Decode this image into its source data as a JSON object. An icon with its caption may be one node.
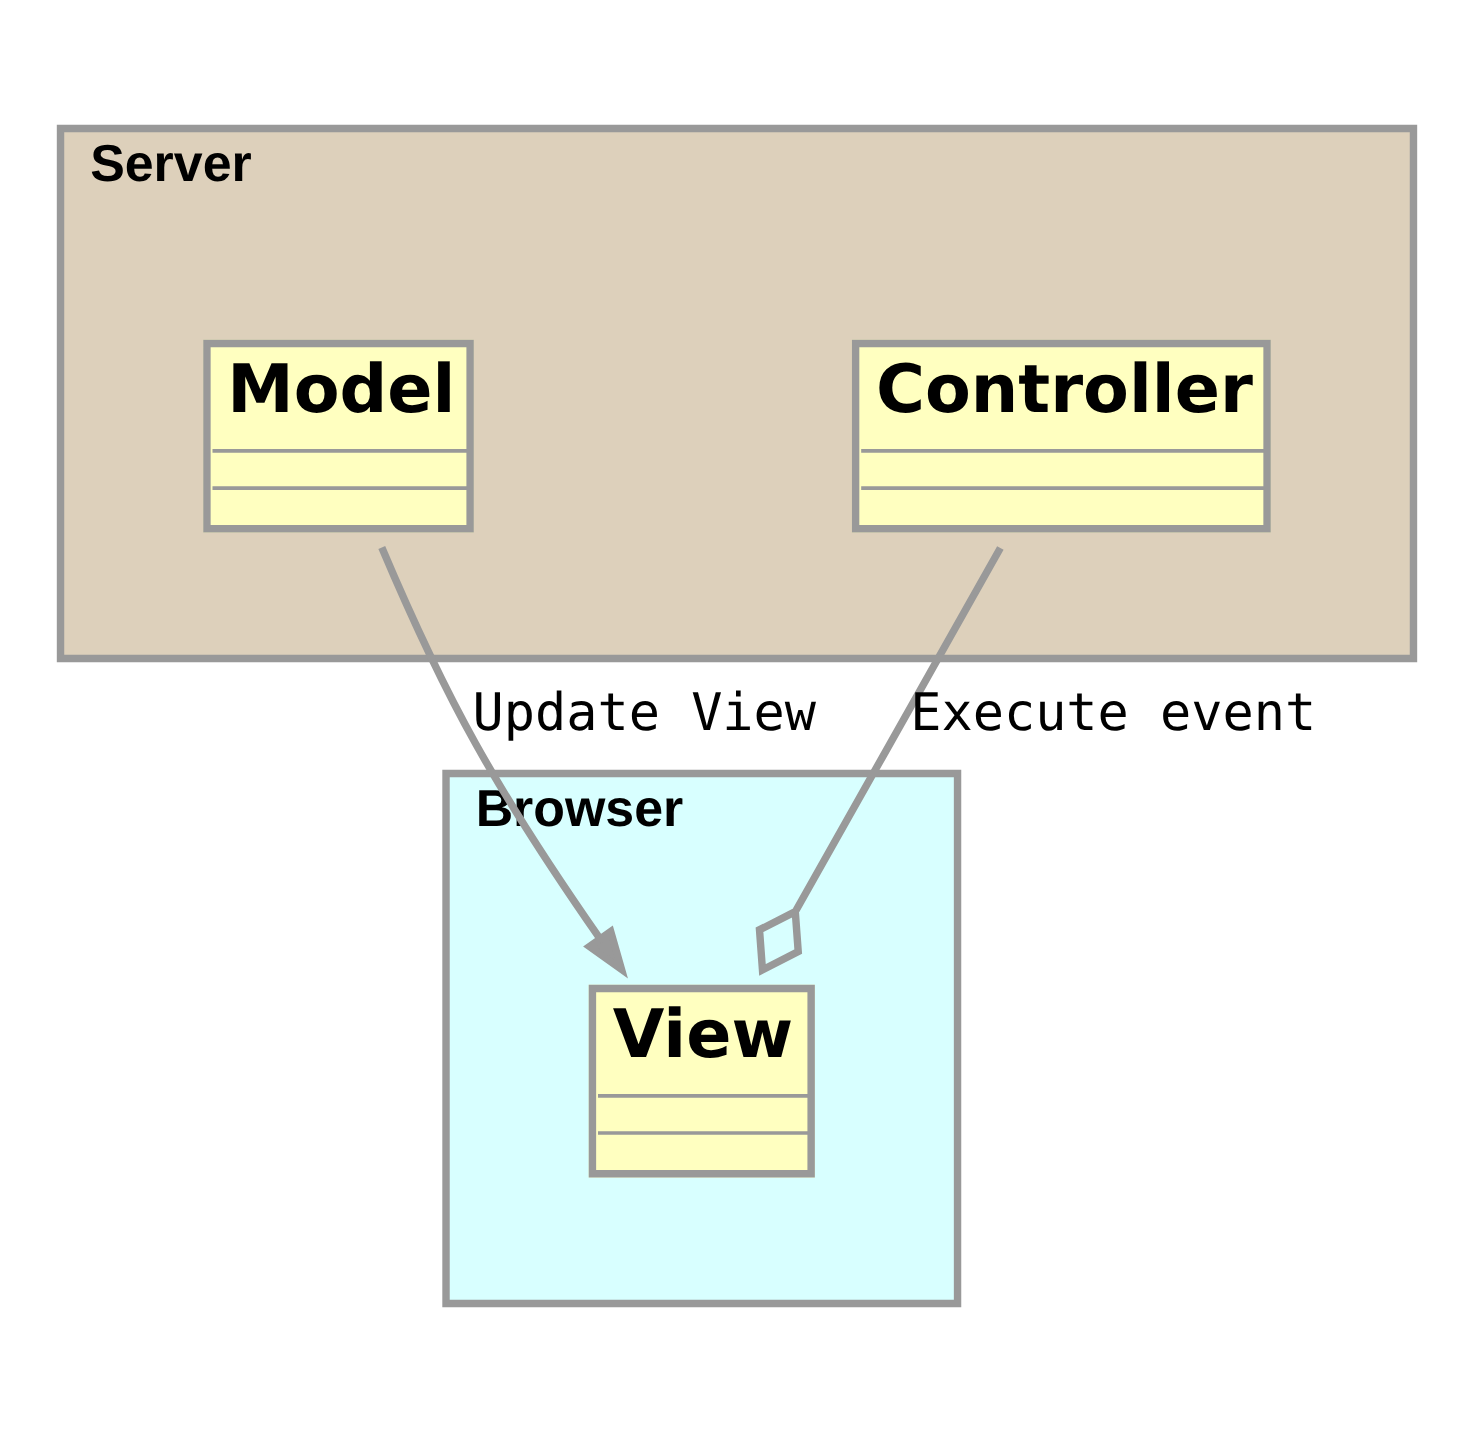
{
  "diagram": {
    "nodes": [
      {
        "text": [
          "Server"
        ]
      },
      {
        "text": [
          "Model"
        ],
        "in": 0
      },
      {
        "text": [
          "Controller"
        ],
        "in": 0
      },
      {
        "text": [
          "Browser"
        ]
      },
      {
        "text": [
          "View"
        ],
        "in": 3
      }
    ],
    "edges": [
      {
        "from": 1,
        "to": 4,
        "arrow": "to",
        "label": "Update View"
      },
      {
        "from": 2,
        "to": 4,
        "arrow": "other",
        "label": "Execute event"
      }
    ]
  }
}
